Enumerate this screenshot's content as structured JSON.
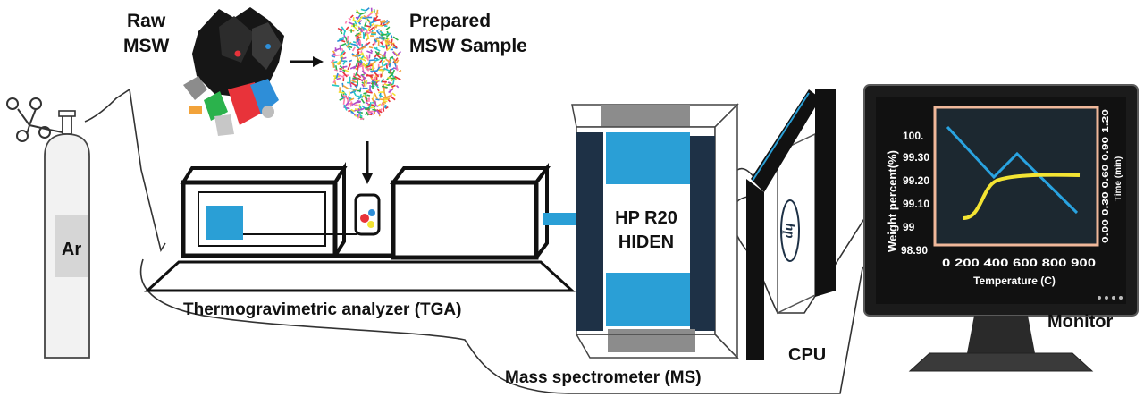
{
  "labels": {
    "raw_msw_line1": "Raw",
    "raw_msw_line2": "MSW",
    "prepared_line1": "Prepared",
    "prepared_line2": "MSW Sample",
    "gas": "Ar",
    "tga": "Thermogravimetric analyzer (TGA)",
    "ms_line1": "HP R20",
    "ms_line2": "HIDEN",
    "ms_caption": "Mass spectrometer (MS)",
    "cpu_brand": "hp",
    "cpu": "CPU",
    "monitor": "Monitor"
  },
  "monitor_plot": {
    "y_label": "Weight percent(%)",
    "y_ticks": [
      "100.",
      "99.30",
      "99.20",
      "99.10",
      "99",
      "98.90"
    ],
    "x_label": "Temperature (C)",
    "x_ticks": "0 200 400 600 800 900",
    "y2_label": "Time (min)",
    "y2_ticks": "0.00 0.30 0.60 0.90 1.20"
  },
  "colors": {
    "accent_blue": "#2a9fd6",
    "dark_panel": "#1e3146",
    "screen_bg": "#111111",
    "plot_frame": "#f0b89a",
    "curve_blue": "#29a3e0",
    "curve_yellow": "#f3e433"
  }
}
